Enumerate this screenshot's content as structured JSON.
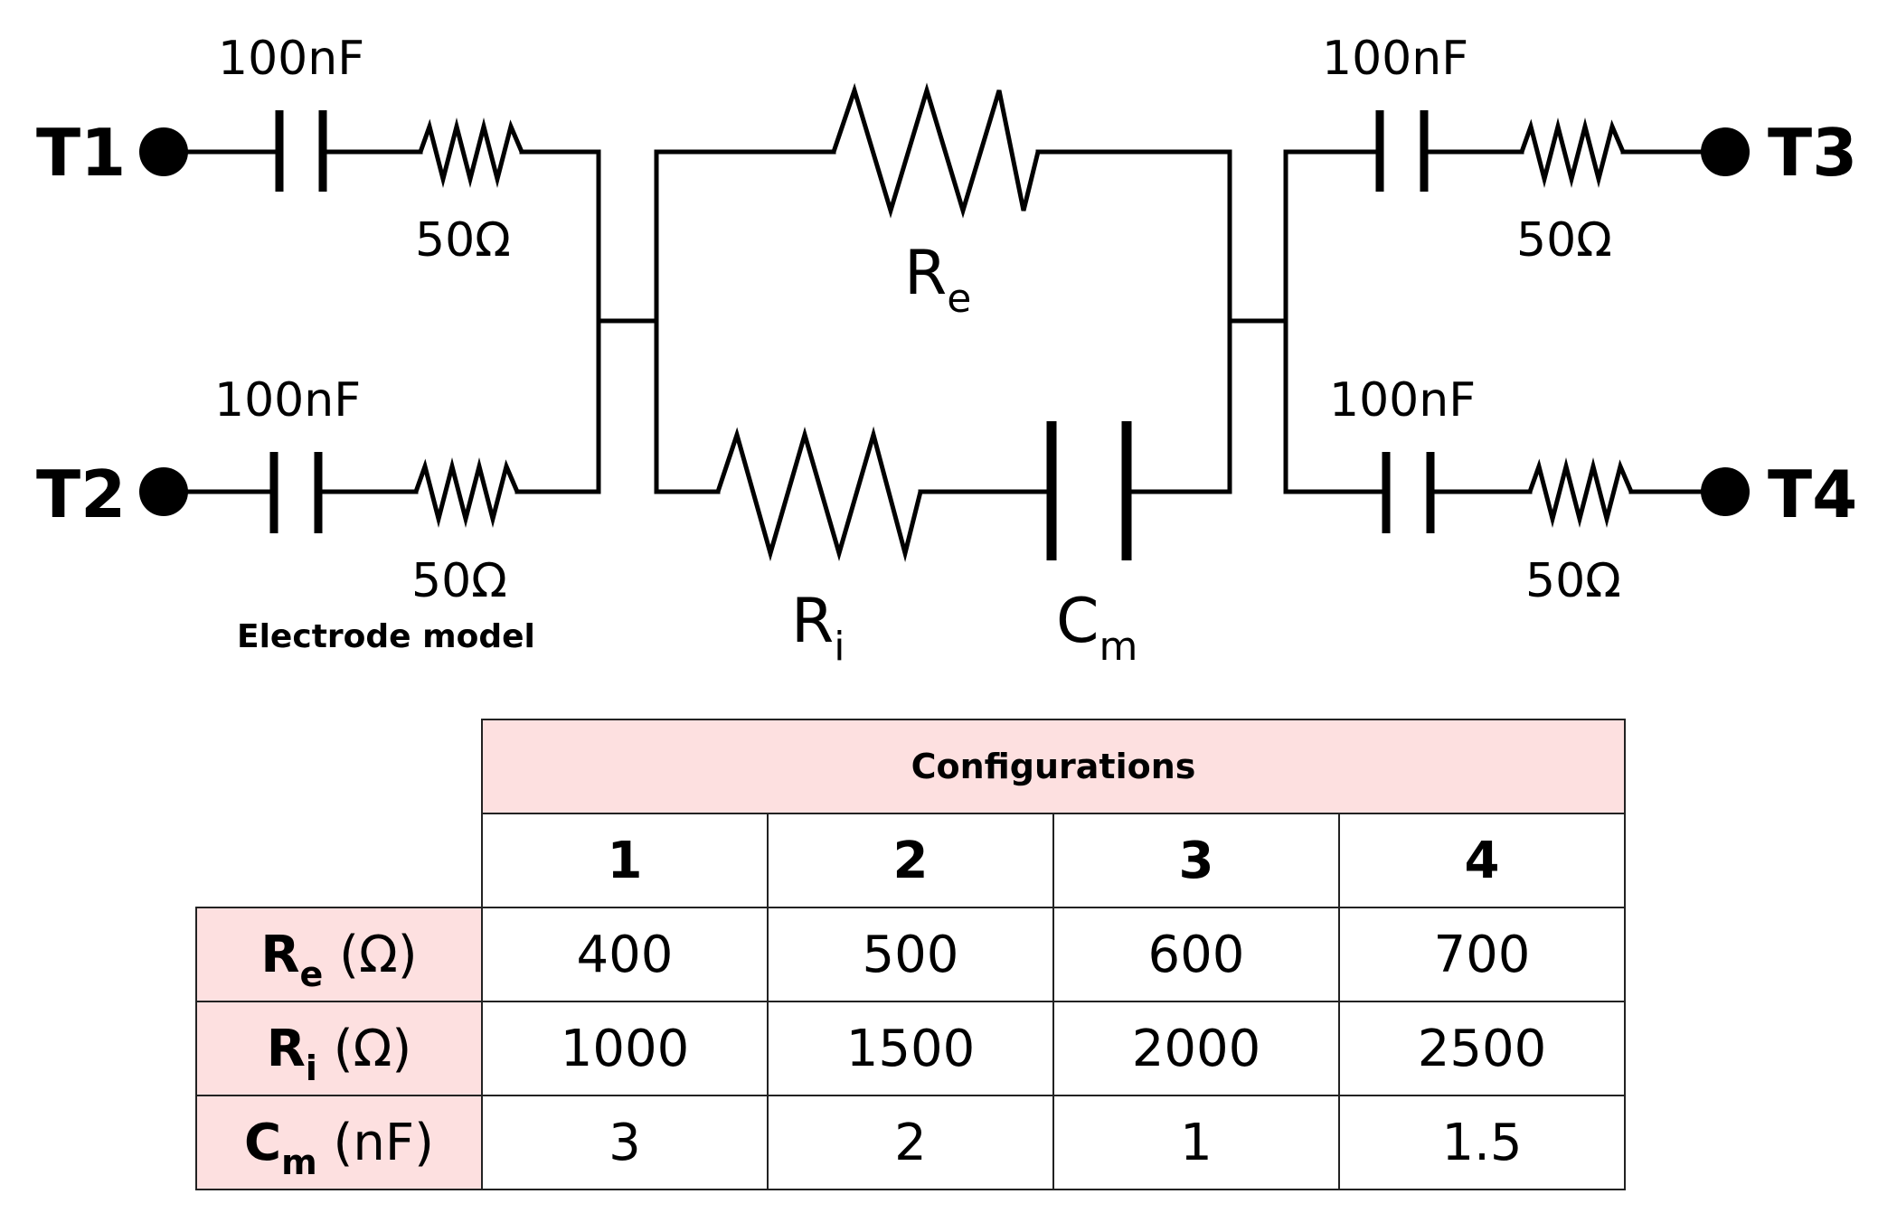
{
  "terminals": {
    "t1": "T1",
    "t2": "T2",
    "t3": "T3",
    "t4": "T4"
  },
  "electrodes": {
    "t1": {
      "capacitor": "100nF",
      "resistor": "50Ω"
    },
    "t2": {
      "capacitor": "100nF",
      "resistor": "50Ω"
    },
    "t3": {
      "capacitor": "100nF",
      "resistor": "50Ω"
    },
    "t4": {
      "capacitor": "100nF",
      "resistor": "50Ω"
    },
    "caption": "Electrode model"
  },
  "tissue": {
    "re": {
      "symbol": "R",
      "subscript": "e"
    },
    "ri": {
      "symbol": "R",
      "subscript": "i"
    },
    "cm": {
      "symbol": "C",
      "subscript": "m"
    }
  },
  "table": {
    "group_header": "Configurations",
    "columns": [
      "1",
      "2",
      "3",
      "4"
    ],
    "rows": [
      {
        "symbol": "R",
        "subscript": "e",
        "unit": " (Ω)",
        "values": [
          "400",
          "500",
          "600",
          "700"
        ]
      },
      {
        "symbol": "R",
        "subscript": "i",
        "unit": " (Ω)",
        "values": [
          "1000",
          "1500",
          "2000",
          "2500"
        ]
      },
      {
        "symbol": "C",
        "subscript": "m",
        "unit": " (nF)",
        "values": [
          "3",
          "2",
          "1",
          "1.5"
        ]
      }
    ]
  }
}
